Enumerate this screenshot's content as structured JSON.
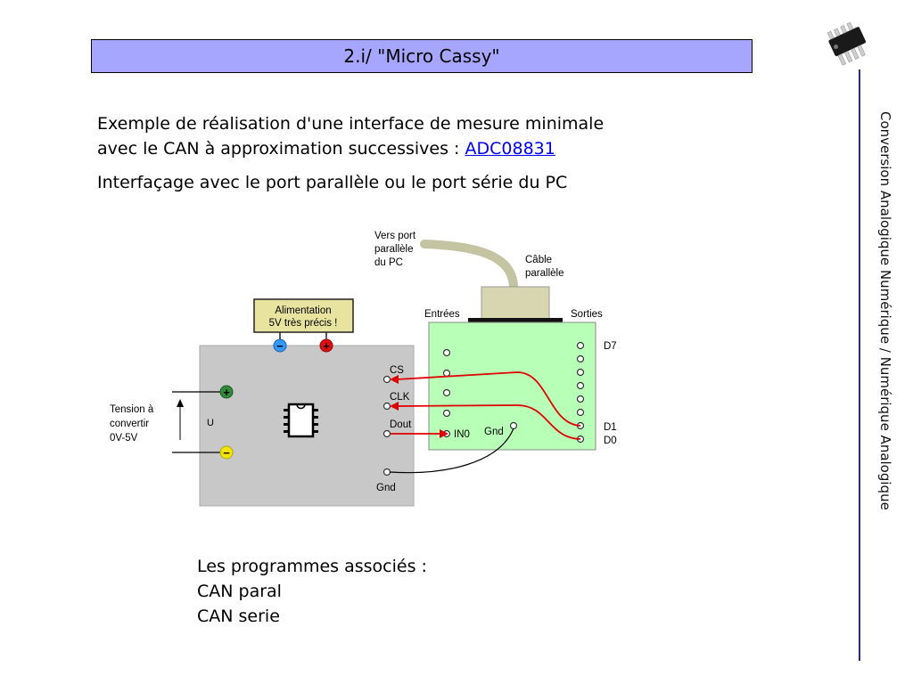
{
  "header": {
    "title": "2.i/  \"Micro Cassy\""
  },
  "sidebar": {
    "vertical_title": "Conversion Analogique Numérique / Numérique Analogique"
  },
  "intro": {
    "line1": "Exemple de réalisation d'une interface de mesure minimale",
    "line2_prefix": "avec le CAN à approximation successives : ",
    "link_text": "ADC08831",
    "line3": "Interfaçage avec le port parallèle ou le port série du PC"
  },
  "diagram": {
    "vers_port": [
      "Vers  port",
      "parallèle",
      "du  PC"
    ],
    "cable": [
      "Câble",
      "parallèle"
    ],
    "alim": [
      "Alimentation",
      "5V  très  précis  !"
    ],
    "entrees": "Entrées",
    "sorties": "Sorties",
    "tension": [
      "Tension  à",
      "convertir",
      "0V-5V"
    ],
    "u": "U",
    "pins": {
      "cs": "CS",
      "clk": "CLK",
      "dout": "Dout",
      "gnd": "Gnd"
    },
    "board": {
      "in0": "IN0",
      "gnd": "Gnd",
      "d7": "D7",
      "d1": "D1",
      "d0": "D0"
    },
    "minus": "−",
    "plus": "+",
    "colors": {
      "adc_box": "#c8c8c8",
      "board": "#b8ffb8",
      "wire": "#e00000",
      "minus_terminal": "#3399ff",
      "plus_terminal": "#dd1111",
      "input_plus": "#2e8b3a",
      "input_minus": "#f2e600",
      "alim_box": "#e8e4a0"
    }
  },
  "programs": {
    "heading": "Les programmes associés :",
    "items": [
      "CAN paral",
      "CAN serie"
    ]
  }
}
